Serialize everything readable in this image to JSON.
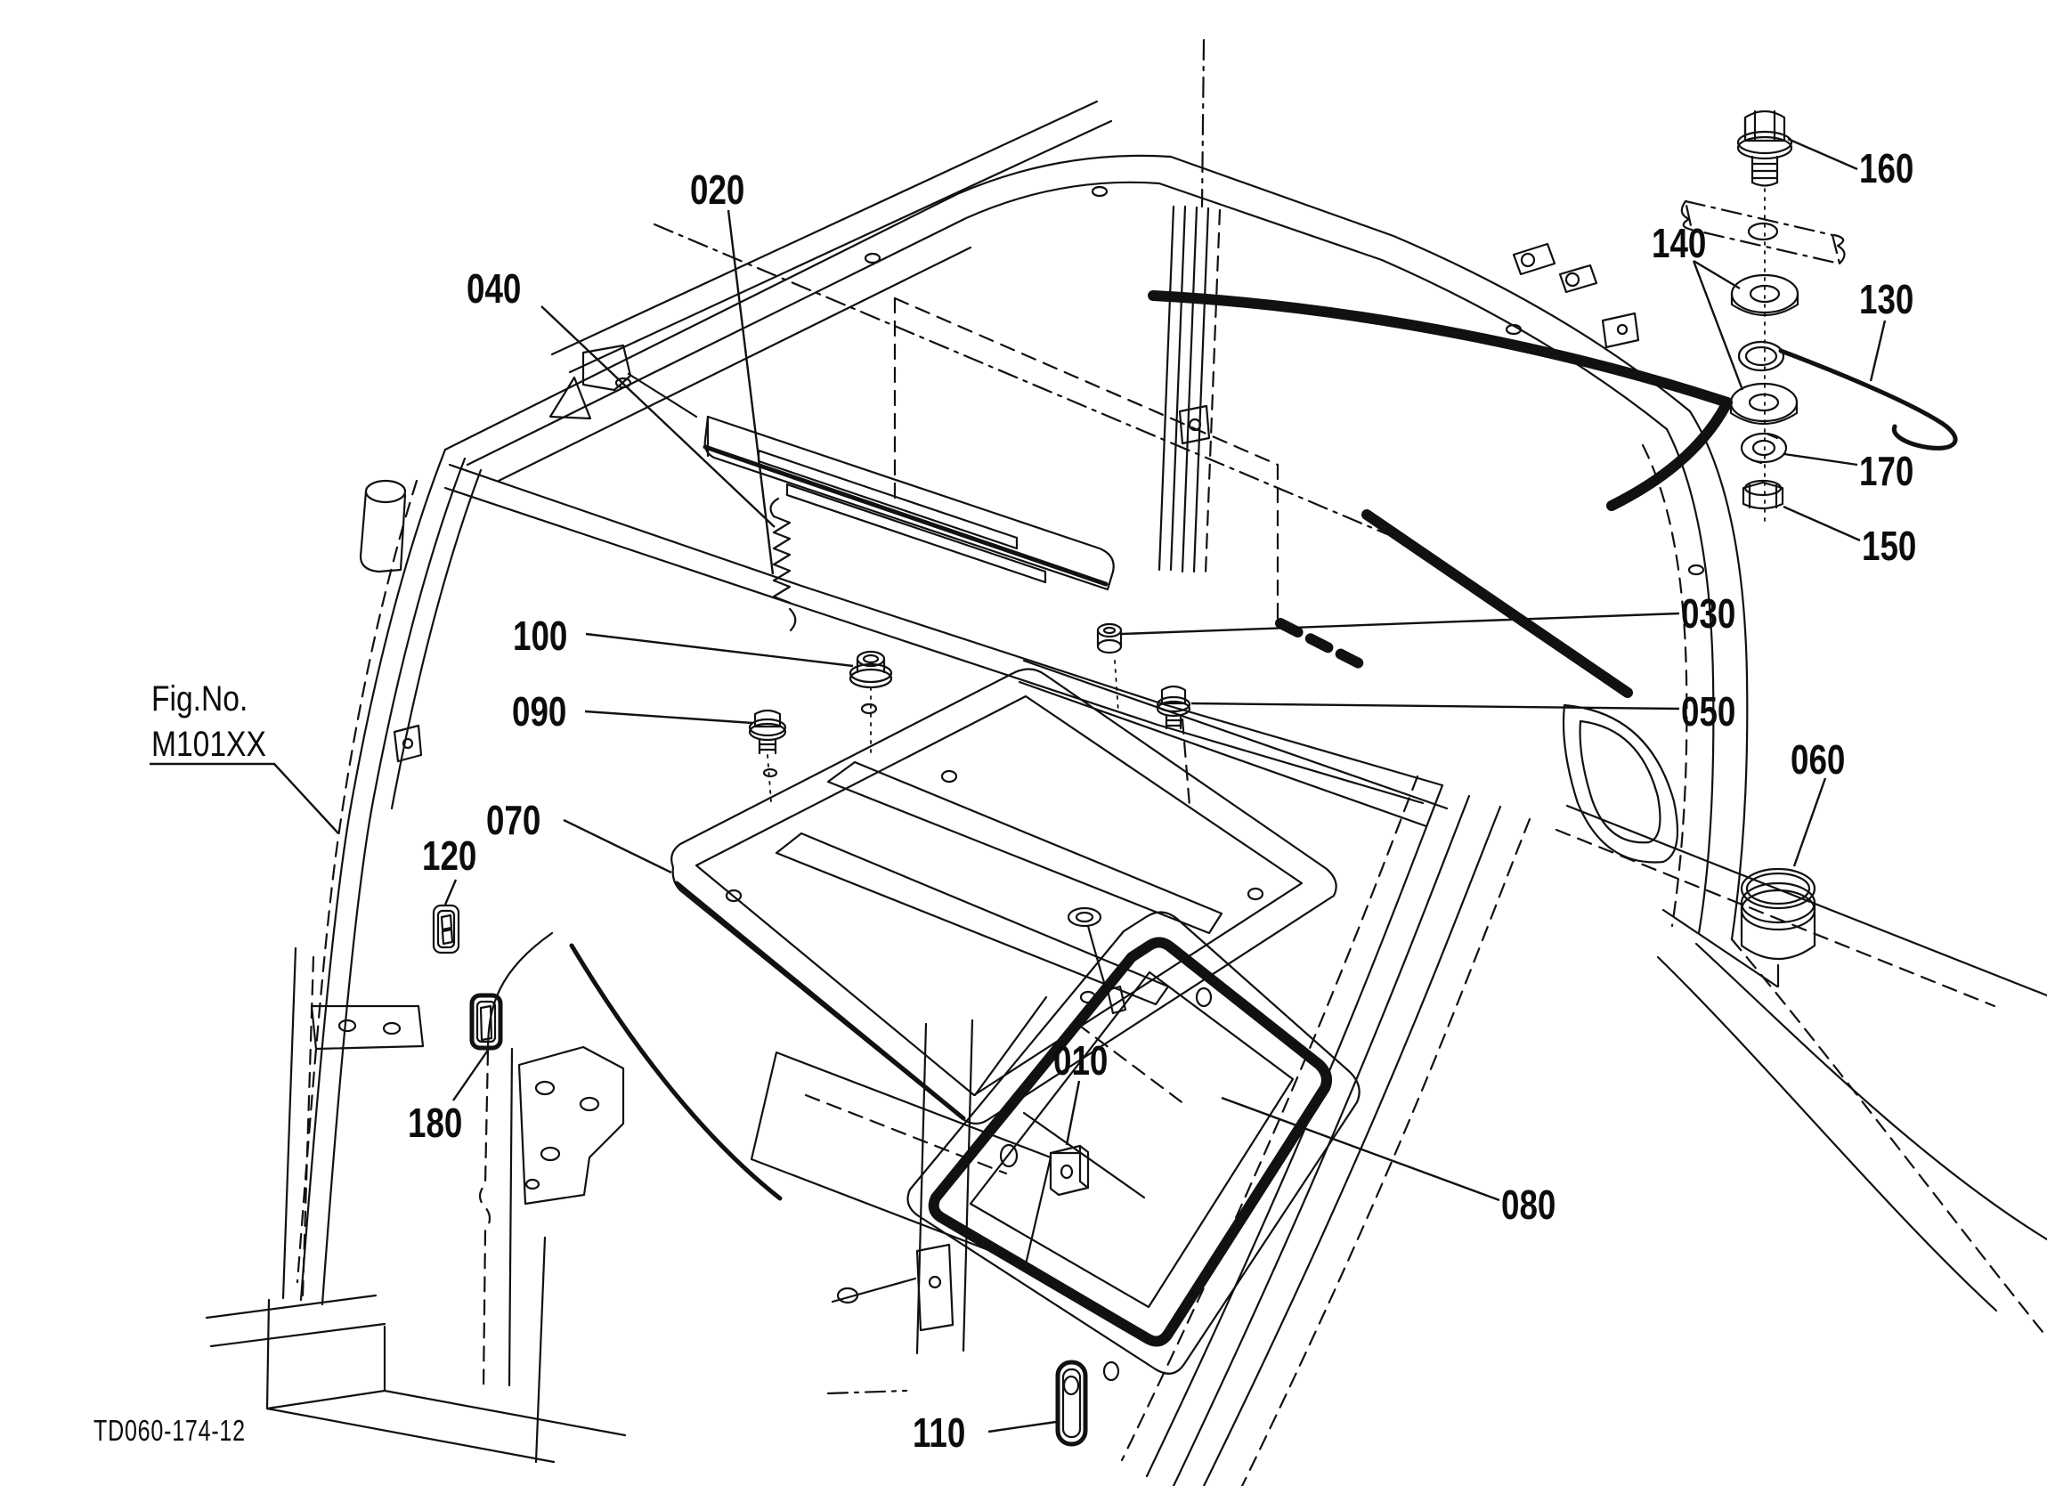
{
  "figure": {
    "fig_no_label": "Fig.No.",
    "fig_no_value": "M101XX",
    "drawing_code": "TD060-174-12",
    "colors": {
      "line": "#111111",
      "background": "#ffffff"
    }
  },
  "callouts": {
    "c010": {
      "label": "010",
      "icon": "glass-stop-plate-icon"
    },
    "c020": {
      "label": "020",
      "icon": "slide-rail-icon"
    },
    "c030": {
      "label": "030",
      "icon": "washer-head-screw-icon"
    },
    "c040": {
      "label": "040",
      "icon": "tension-spring-icon"
    },
    "c050": {
      "label": "050",
      "icon": "flange-bolt-icon"
    },
    "c060": {
      "label": "060",
      "icon": "rubber-cap-icon"
    },
    "c070": {
      "label": "070",
      "icon": "roof-vent-plate-icon"
    },
    "c080": {
      "label": "080",
      "icon": "sunroof-seal-icon"
    },
    "c090": {
      "label": "090",
      "icon": "flange-bolt-icon"
    },
    "c100": {
      "label": "100",
      "icon": "cap-nut-icon"
    },
    "c110": {
      "label": "110",
      "icon": "oval-grommet-icon"
    },
    "c120": {
      "label": "120",
      "icon": "square-grommet-icon"
    },
    "c130": {
      "label": "130",
      "icon": "hook-rod-icon"
    },
    "c140": {
      "label": "140",
      "icon": "plain-washer-icon"
    },
    "c150": {
      "label": "150",
      "icon": "hex-nut-icon"
    },
    "c160": {
      "label": "160",
      "icon": "flange-bolt-icon"
    },
    "c170": {
      "label": "170",
      "icon": "spring-washer-icon"
    },
    "c180": {
      "label": "180",
      "icon": "square-grommet-icon"
    }
  }
}
